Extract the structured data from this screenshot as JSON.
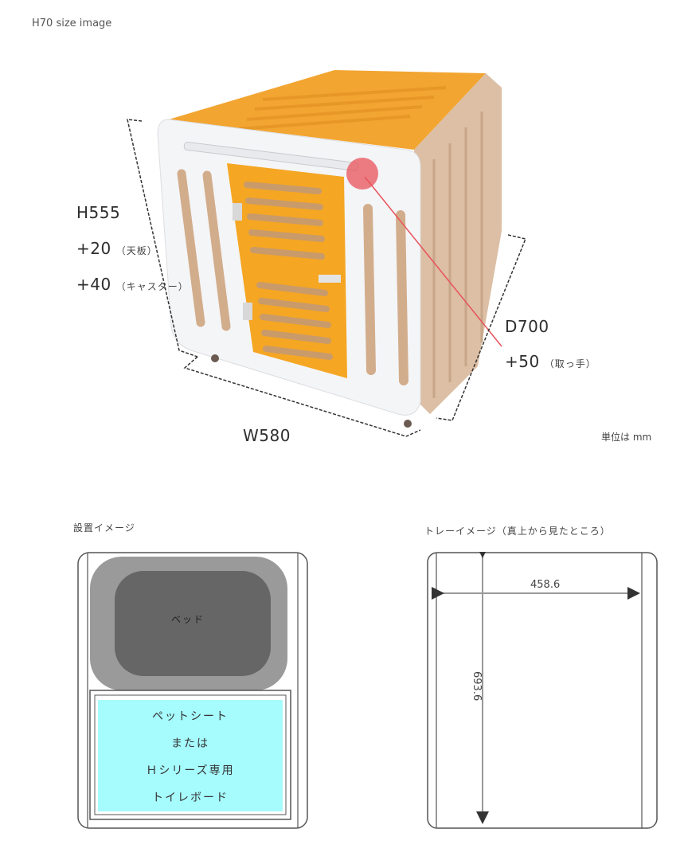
{
  "header": {
    "caption": "H70 size image"
  },
  "product_view": {
    "height": {
      "main": "H555",
      "top_board": "+20",
      "top_board_note": "（天板）",
      "caster": "+40",
      "caster_note": "（キャスター）"
    },
    "depth": {
      "main": "D700",
      "handle": "+50",
      "handle_note": "（取っ手）"
    },
    "width": {
      "main": "W580"
    },
    "unit_note": "単位は mm",
    "colors": {
      "orange": "#f2a531",
      "wood": "#d9b596",
      "white_panel": "#f4f5f7",
      "highlight": "#e8525a"
    }
  },
  "placement": {
    "title": "設置イメージ",
    "bed_label": "ベッド",
    "sheet_lines": [
      "ペットシート",
      "または",
      "Ｈシリーズ専用",
      "トイレボード"
    ],
    "colors": {
      "bed_outer": "#9a9a9a",
      "bed_inner": "#666666",
      "sheet": "#a6fbfd"
    }
  },
  "tray": {
    "title": "トレーイメージ（真上から見たところ）",
    "width_dim": "458.6",
    "depth_dim": "693.6"
  }
}
